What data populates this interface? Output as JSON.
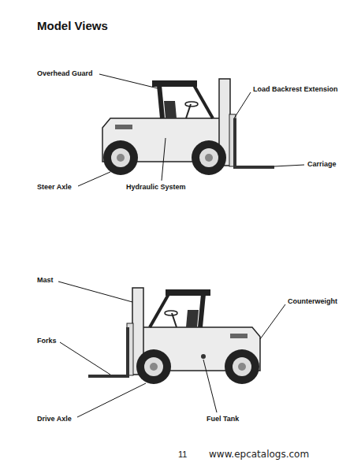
{
  "diagram": {
    "title": "Model Views",
    "labels": [
      "Overhead Guard",
      "Load Backrest Extension",
      "Carriage",
      "Steer Axle",
      "Hydraulic System",
      "Mast",
      "Counterweight",
      "Forks",
      "Drive Axle",
      "Fuel Tank",
      "11",
      "www.epcatalogs.com"
    ]
  }
}
